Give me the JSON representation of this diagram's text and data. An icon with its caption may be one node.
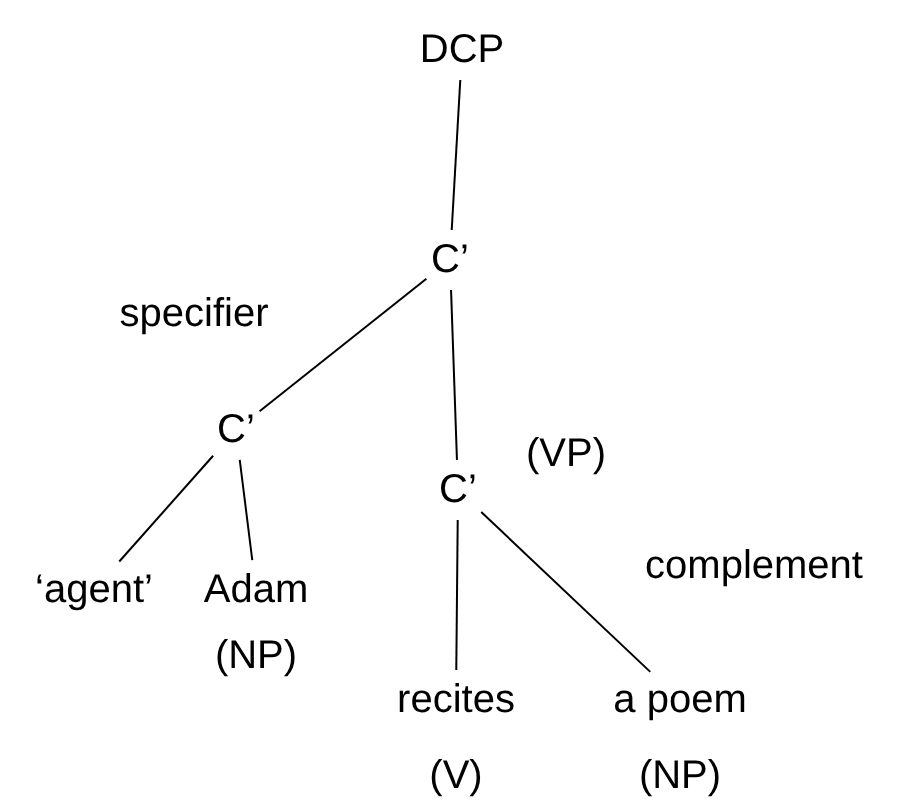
{
  "diagram": {
    "nodes": [
      {
        "text": [
          "DCP"
        ]
      },
      {
        "text": [
          "C’"
        ]
      },
      {
        "text": [
          "C’"
        ]
      },
      {
        "text": [
          "C’"
        ],
        "beside": [
          "(VP)"
        ]
      },
      {
        "text": [
          "‘agent’"
        ]
      },
      {
        "text": [
          "Adam",
          "(NP)"
        ]
      },
      {
        "text": [
          "recites",
          "(V)"
        ]
      },
      {
        "text": [
          "a poem",
          "(NP)"
        ]
      }
    ],
    "edges": [
      {
        "from": 0,
        "to": 1,
        "arrow": "none"
      },
      {
        "from": 1,
        "to": 2,
        "arrow": "none"
      },
      {
        "from": 1,
        "to": 3,
        "arrow": "none"
      },
      {
        "from": 2,
        "to": 4,
        "arrow": "none"
      },
      {
        "from": 2,
        "to": 5,
        "arrow": "none"
      },
      {
        "from": 3,
        "to": 6,
        "arrow": "none"
      },
      {
        "from": 3,
        "to": 7,
        "arrow": "none"
      }
    ],
    "labels": [
      "specifier",
      "complement"
    ]
  }
}
